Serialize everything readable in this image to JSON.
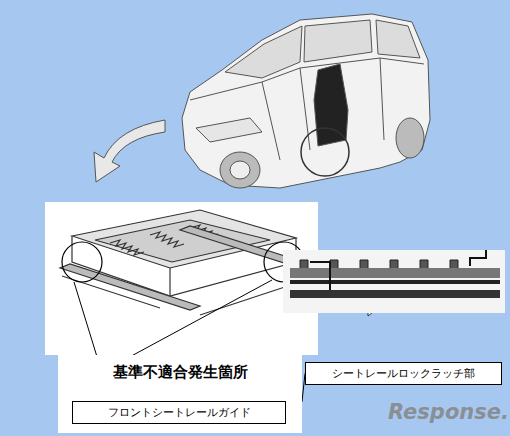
{
  "diagram": {
    "nodes": [
      {
        "text": [
          "基準不適合発生箇所"
        ]
      },
      {
        "text": [
          "フロントシートレールガイド"
        ],
        "in": 0
      },
      {
        "text": [
          "シートレールロックラッチ部"
        ]
      }
    ],
    "edges": [
      {
        "from": 0,
        "to": 2,
        "arrow": "none"
      }
    ],
    "labels": [
      "Response."
    ]
  }
}
